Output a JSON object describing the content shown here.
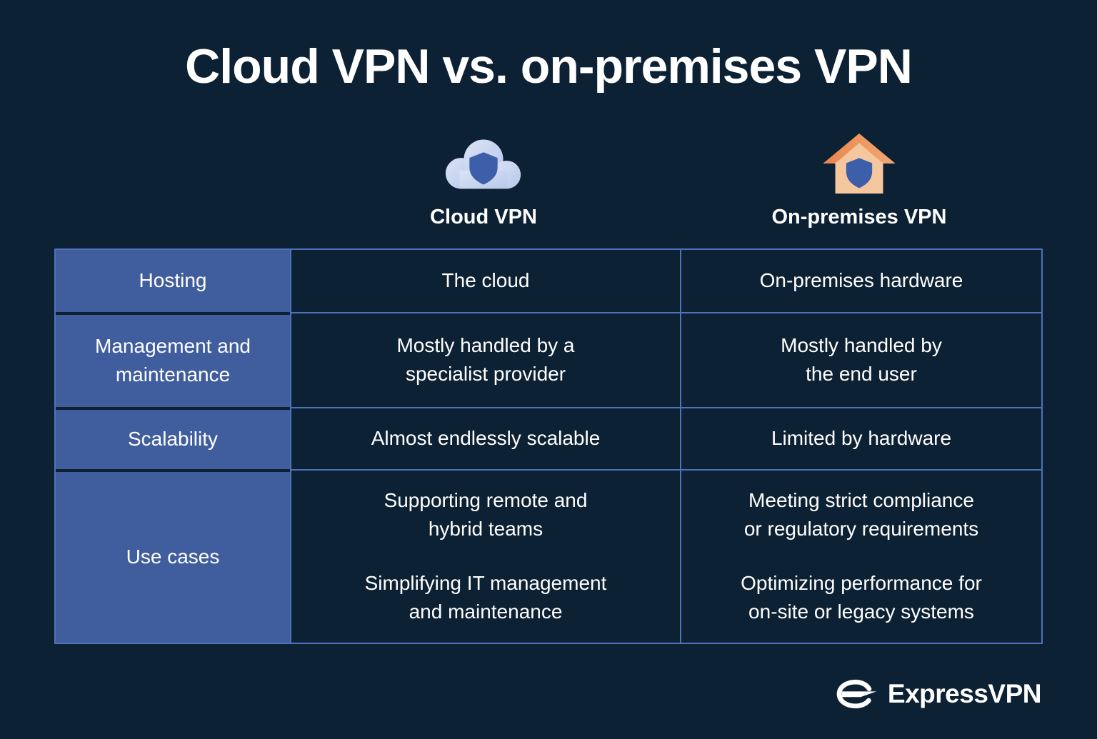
{
  "title": "Cloud VPN vs. on-premises VPN",
  "column_headers": [
    {
      "label": "Cloud VPN",
      "icon": "cloud-shield-icon"
    },
    {
      "label": "On-premises VPN",
      "icon": "house-shield-icon"
    }
  ],
  "table": {
    "rows": [
      {
        "label": "Hosting",
        "cloud_vpn": "The cloud",
        "on_premises_vpn": "On-premises hardware"
      },
      {
        "label": "Management and\nmaintenance",
        "cloud_vpn": "Mostly handled by a\nspecialist provider",
        "on_premises_vpn": "Mostly handled by\nthe end user"
      },
      {
        "label": "Scalability",
        "cloud_vpn": "Almost endlessly scalable",
        "on_premises_vpn": "Limited by hardware"
      },
      {
        "label": "Use cases",
        "cloud_vpn_items": [
          "Supporting remote and\nhybrid teams",
          "Simplifying IT management\nand maintenance"
        ],
        "on_premises_vpn_items": [
          "Meeting strict compliance\nor regulatory requirements",
          "Optimizing performance for\non-site or legacy systems"
        ]
      }
    ]
  },
  "footer": {
    "brand": "ExpressVPN",
    "logo_icon": "expressvpn-bolt-icon"
  },
  "colors": {
    "background": "#0d2134",
    "row_label_background": "#405d9d",
    "table_border": "#4e72b8",
    "text": "#ffffff",
    "cloud_icon": "#c5d1ee",
    "house_roof": "#ec9156",
    "house_body": "#f4c79e",
    "shield": "#3d5ea9"
  }
}
